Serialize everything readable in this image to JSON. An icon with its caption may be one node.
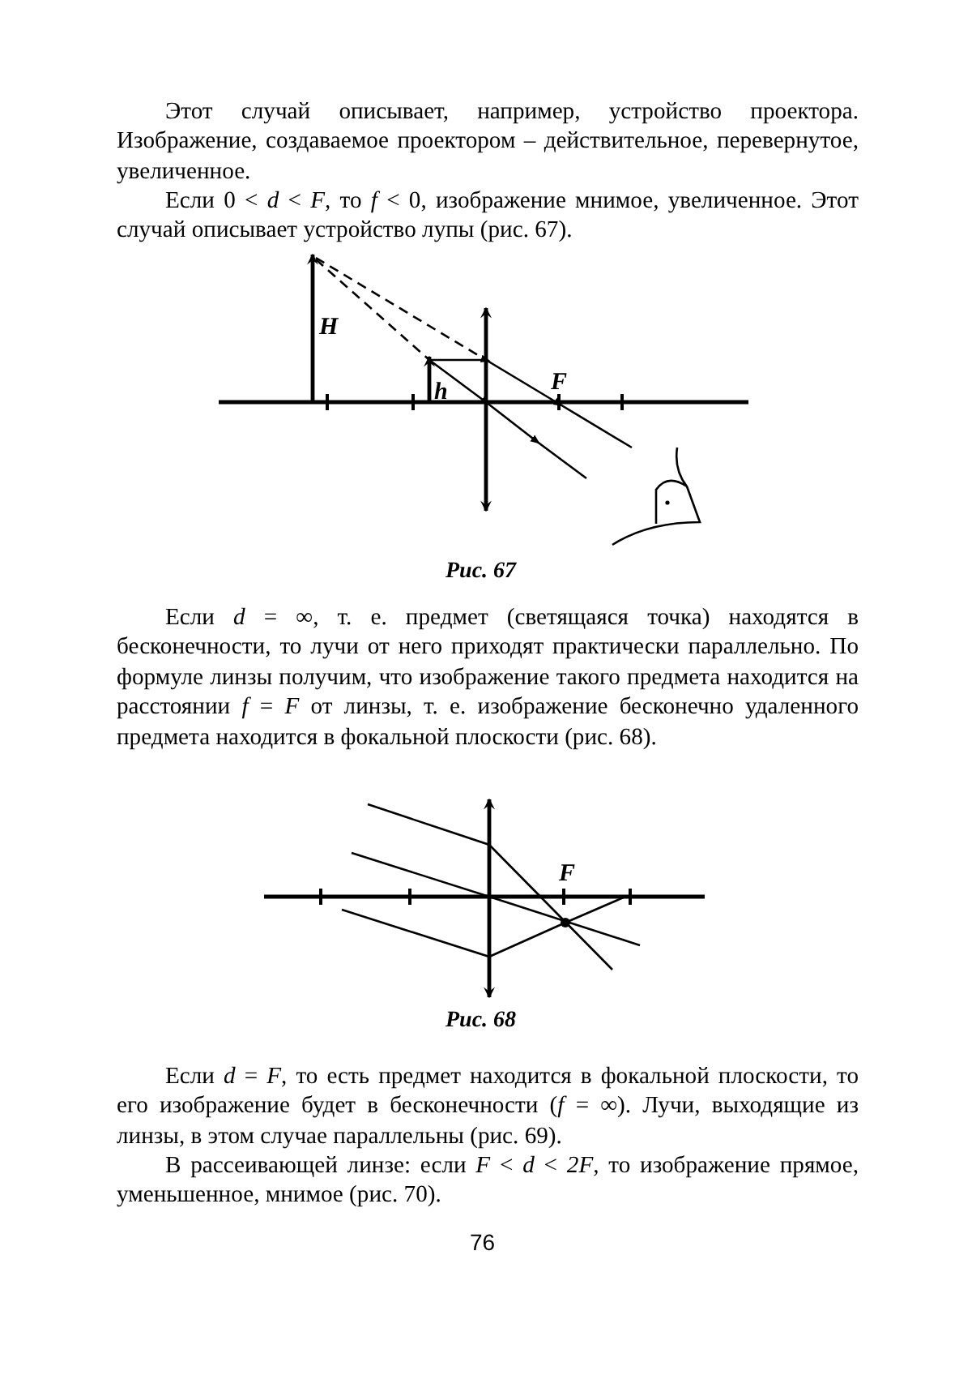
{
  "diagram": {
    "labels": [
      "Этот случай описывает, например, устройство проектора. Изображение, создаваемое проектором – действительное, перевернутое, увеличенное.",
      "Если 0 < *d* < *F*, то *f* < 0, изображение мнимое, увеличенное. Этот случай описывает устройство лупы (рис. 67).",
      "H",
      "h",
      "F",
      "Рис. 67",
      "Если *d* = ∞, т. е. предмет (светящаяся точка) находятся в бесконечности, то лучи от него приходят практически параллельно. По формуле линзы получим, что изображение такого предмета находится на расстоянии *f* = *F* от линзы, т. е. изображение бесконечно удаленного предмета находится в фокальной плоскости (рис. 68).",
      "F",
      "Рис. 68",
      "Если *d* = *F*, то есть предмет находится в фокальной плоскости, то его изображение будет в бесконечности (*f* = ∞). Лучи, выходящие из линзы, в этом случае параллельны (рис. 69).",
      "В рассеивающей линзе: если *F* < *d* < *2F*, то изображение прямое, уменьшенное, мнимое (рис. 70).",
      "76"
    ]
  }
}
